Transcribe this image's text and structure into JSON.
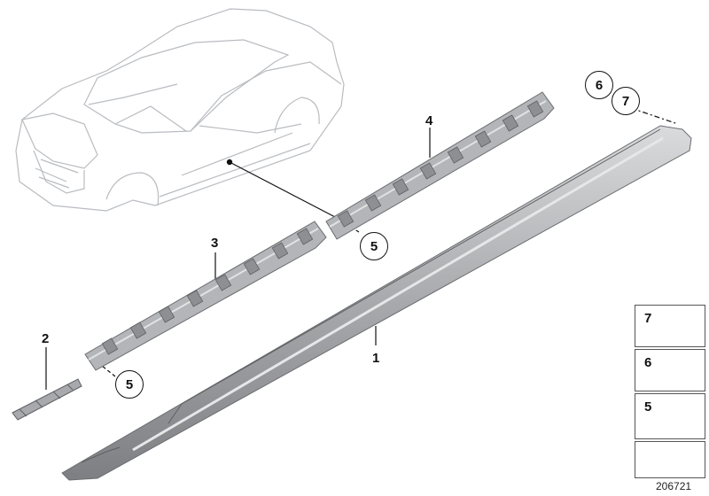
{
  "callouts": {
    "part_1": "1",
    "part_2": "2",
    "part_3": "3",
    "part_4": "4",
    "circle_5_upper": "5",
    "circle_5_lower": "5",
    "circle_6": "6",
    "circle_7": "7"
  },
  "legend": {
    "item_7": "7",
    "item_6": "6",
    "item_5": "5"
  },
  "diagram_ref": "206721",
  "colors": {
    "line": "#111111",
    "car_outline": "#b9bcc0",
    "part_fill": "#a7a9ac",
    "part_dark": "#7d7f82",
    "part_light": "#cfd1d3"
  }
}
